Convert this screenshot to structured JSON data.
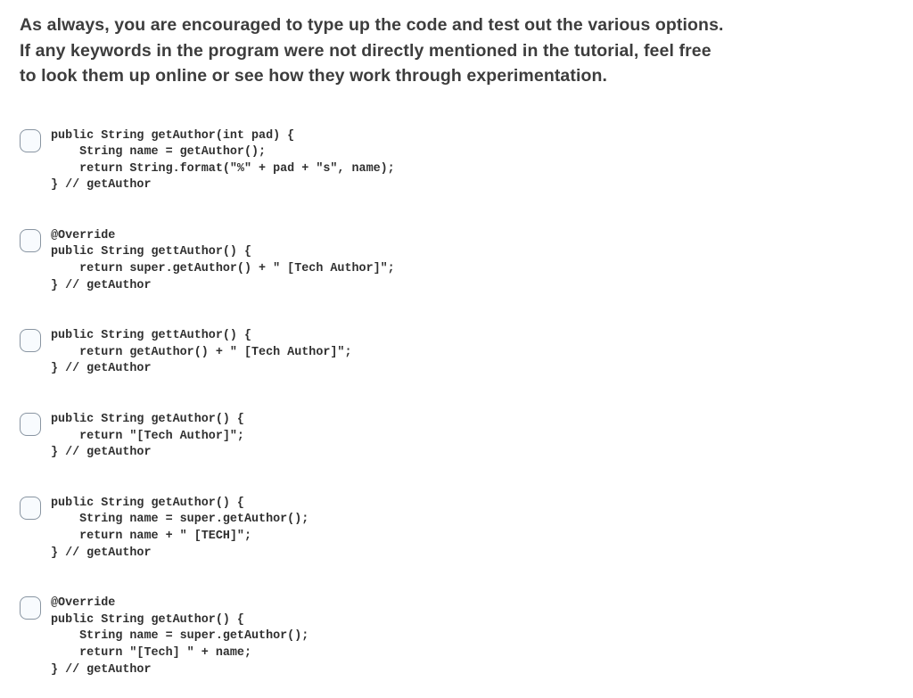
{
  "intro": {
    "lines": [
      "As always, you are encouraged to type up the code and test out the various options.",
      "If any keywords in the program were not directly mentioned in the tutorial, feel free",
      "to look them up online or see how they work through experimentation."
    ]
  },
  "colors": {
    "checkbox_border": "#8995a2",
    "checkbox_fill": "#f8fbfe",
    "code_text": "#2f2f2f",
    "intro_text": "#3d3d3d",
    "page_bg": "#ffffff"
  },
  "options": [
    {
      "checked": false,
      "code": "public String getAuthor(int pad) {\n    String name = getAuthor();\n    return String.format(\"%\" + pad + \"s\", name);\n} // getAuthor"
    },
    {
      "checked": false,
      "code": "@Override\npublic String gettAuthor() {\n    return super.getAuthor() + \" [Tech Author]\";\n} // getAuthor"
    },
    {
      "checked": false,
      "code": "public String gettAuthor() {\n    return getAuthor() + \" [Tech Author]\";\n} // getAuthor"
    },
    {
      "checked": false,
      "code": "public String getAuthor() {\n    return \"[Tech Author]\";\n} // getAuthor"
    },
    {
      "checked": false,
      "code": "public String getAuthor() {\n    String name = super.getAuthor();\n    return name + \" [TECH]\";\n} // getAuthor"
    },
    {
      "checked": false,
      "code": "@Override\npublic String getAuthor() {\n    String name = super.getAuthor();\n    return \"[Tech] \" + name;\n} // getAuthor"
    }
  ]
}
